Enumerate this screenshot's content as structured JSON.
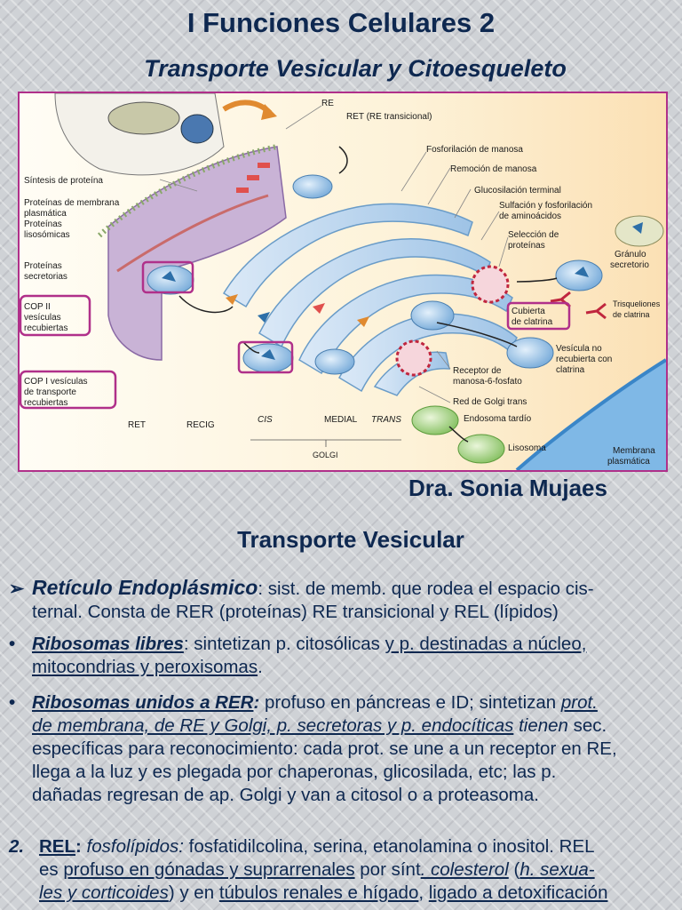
{
  "header": {
    "title": "I  Funciones Celulares 2",
    "subtitle": "Transporte Vesicular  y  Citoesqueleto"
  },
  "figure": {
    "labels": {
      "re": "RE",
      "ret_trans": "RET (RE transicional)",
      "sintesis": "Síntesis de proteína",
      "prot_memb1": "Proteínas de membrana",
      "prot_memb2": "plasmática",
      "prot_liso1": "Proteínas",
      "prot_liso2": "lisosómicas",
      "prot_secr1": "Proteínas",
      "prot_secr2": "secretorias",
      "cop2_1": "COP II",
      "cop2_2": "vesículas",
      "cop2_3": "recubiertas",
      "cop1_1": "COP I vesículas",
      "cop1_2": "de transporte",
      "cop1_3": "recubiertas",
      "ret": "RET",
      "recig": "RECIG",
      "cis": "CIS",
      "medial": "MEDIAL",
      "trans": "TRANS",
      "golgi": "GOLGI",
      "fosforilacion": "Fosforilación de manosa",
      "remocion": "Remoción de manosa",
      "glucosilacion": "Glucosilación terminal",
      "sulfacion1": "Sulfación y fosforilación",
      "sulfacion2": "de aminoácidos",
      "seleccion1": "Selección de",
      "seleccion2": "proteínas",
      "granulo1": "Gránulo",
      "granulo2": "secretorio",
      "cubierta1": "Cubierta",
      "cubierta2": "de clatrina",
      "trisqueliones1": "Trisqueliones",
      "trisqueliones2": "de clatrina",
      "vesicula1": "Vesícula no",
      "vesicula2": "recubierta con",
      "vesicula3": "clatrina",
      "receptor1": "Receptor de",
      "receptor2": "manosa-6-fosfato",
      "redgolgi": "Red de Golgi trans",
      "endosoma": "Endosoma tardío",
      "lisosoma": "Lisosoma",
      "membrana1": "Membrana",
      "membrana2": "plasmática"
    }
  },
  "author": "Dra. Sonia Mujaes",
  "section_title": "Transporte Vesicular",
  "paragraphs": {
    "p1": {
      "marker": "➢",
      "term": "Retículo Endoplásmico",
      "line1": ": sist. de memb. que rodea el espacio cis-",
      "line2": "ternal. Consta de RER (proteínas) RE transicional y REL (lípidos)"
    },
    "p2": {
      "marker": "•",
      "term": "Ribosomas libres",
      "t1": ": sintetizan p. citosólicas ",
      "u1": "y p. destinadas a núcleo,",
      "u2": "mitocondrias y peroxisomas",
      "t2": "."
    },
    "p3": {
      "marker": "•",
      "term": "Ribosomas unidos a RER",
      "colon": ":",
      "t1": " profuso en páncreas e ID; sintetizan ",
      "u1": "prot.",
      "u2": "de membrana, de RE y Golgi, p. secretoras y p. endocíticas",
      "i1": " tienen",
      "t2": " sec.",
      "line3": "específicas para reconocimiento: cada prot. se une a un receptor en RE,",
      "line4": "llega a la luz y es plegada por chaperonas, glicosilada, etc; las p.",
      "line5": "dañadas regresan de ap. Golgi y van a citosol o a proteasoma."
    },
    "p4": {
      "marker": "2.",
      "term": "REL",
      "colon": ":",
      "i1": " fosfolípidos:",
      "t1": " fosfatidilcolina, serina, etanolamina o inositol. REL",
      "t2": "es ",
      "u1": "profuso en gónadas y suprarrenales",
      "t3": " por sínt",
      "u2": ". colesterol",
      "t4": " (",
      "u3": "h. sexua-",
      "u4": "les y corticoides",
      "t5": ") y en ",
      "u5": "túbulos renales e hígado",
      "t6": ", ",
      "u6": "ligado a detoxificación"
    }
  }
}
